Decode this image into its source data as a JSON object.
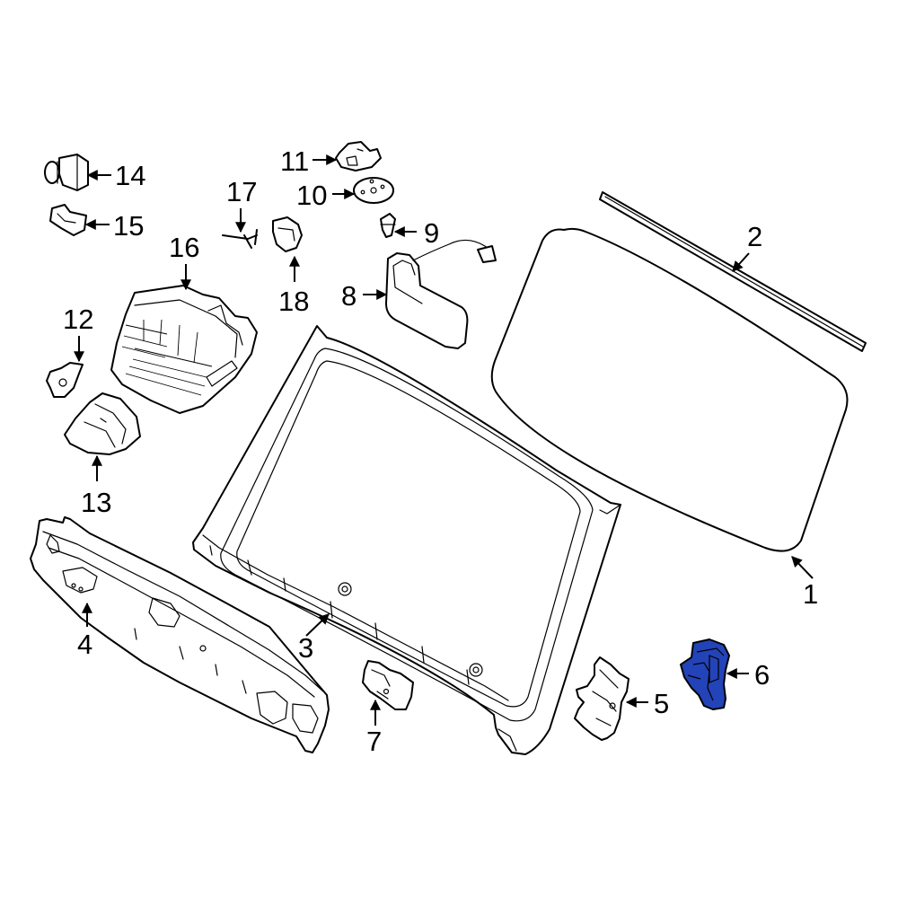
{
  "highlight_color": "#2343B8",
  "highlighted_part": "6",
  "parts": [
    {
      "id": "p1",
      "label": "1",
      "icon": "windshield-glass-icon"
    },
    {
      "id": "p2",
      "label": "2",
      "icon": "windshield-molding-icon"
    },
    {
      "id": "p3",
      "label": "3",
      "icon": "windshield-frame-icon"
    },
    {
      "id": "p4",
      "label": "4",
      "icon": "cowl-panel-icon"
    },
    {
      "id": "p5",
      "label": "5",
      "icon": "bracket-icon"
    },
    {
      "id": "p6",
      "label": "6",
      "icon": "bracket-highlighted-icon"
    },
    {
      "id": "p7",
      "label": "7",
      "icon": "clip-bracket-icon"
    },
    {
      "id": "p8",
      "label": "8",
      "icon": "mirror-cover-icon"
    },
    {
      "id": "p9",
      "label": "9",
      "icon": "screw-icon"
    },
    {
      "id": "p10",
      "label": "10",
      "icon": "mirror-mount-icon"
    },
    {
      "id": "p11",
      "label": "11",
      "icon": "mount-plate-icon"
    },
    {
      "id": "p12",
      "label": "12",
      "icon": "bracket-small-icon"
    },
    {
      "id": "p13",
      "label": "13",
      "icon": "sensor-cover-icon"
    },
    {
      "id": "p14",
      "label": "14",
      "icon": "camera-icon"
    },
    {
      "id": "p15",
      "label": "15",
      "icon": "camera-bracket-icon"
    },
    {
      "id": "p16",
      "label": "16",
      "icon": "sensor-housing-icon"
    },
    {
      "id": "p17",
      "label": "17",
      "icon": "wire-clip-icon"
    },
    {
      "id": "p18",
      "label": "18",
      "icon": "rain-sensor-icon"
    }
  ]
}
